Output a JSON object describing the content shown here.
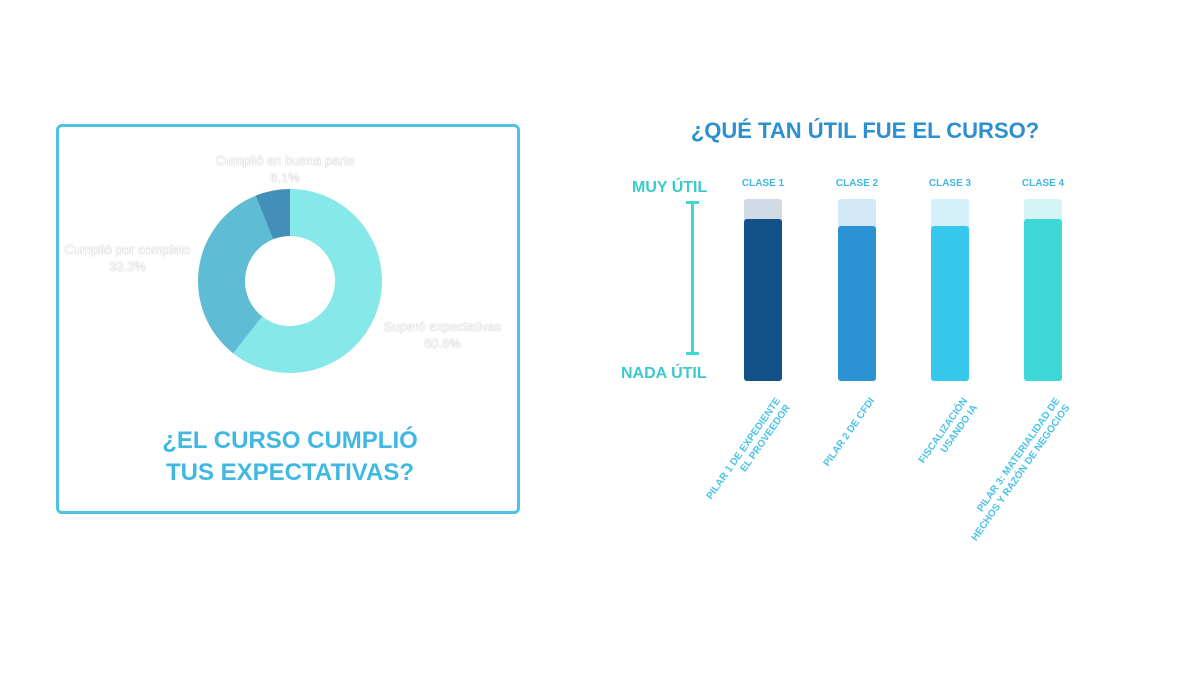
{
  "chart_data": [
    {
      "type": "pie",
      "title": "¿EL CURSO CUMPLIÓ TUS EXPECTATIVAS?",
      "slices": [
        {
          "label": "Superó expectativas",
          "value": 60.6,
          "display": "60.6%",
          "color": "#86e8e8"
        },
        {
          "label": "Cumplió por completo",
          "value": 33.3,
          "display": "33.3%",
          "color": "#5ebdd4"
        },
        {
          "label": "Cumplió en buena parte",
          "value": 6.1,
          "display": "6.1%",
          "color": "#438fb7"
        }
      ]
    },
    {
      "type": "bar",
      "title": "¿QUÉ TAN ÚTIL FUE EL CURSO?",
      "ylabel_top": "MUY ÚTIL",
      "ylabel_bottom": "NADA ÚTIL",
      "ylim": [
        0,
        1
      ],
      "series_labels": [
        "CLASE 1",
        "CLASE 2",
        "CLASE 3",
        "CLASE 4"
      ],
      "categories": [
        [
          "PILAR 1 DE EXPEDIENTE",
          "EL PROVEEDOR"
        ],
        [
          "PILAR 2 DE CFDI"
        ],
        [
          "FISCALIZACIÓN",
          "USANDO IA"
        ],
        [
          "PILAR 3: MATERIALIDAD DE",
          "HECHOS Y RAZÓN DE NEGOCIOS"
        ]
      ],
      "values": [
        0.89,
        0.85,
        0.85,
        0.89
      ],
      "colors": [
        "#135289",
        "#2b92d4",
        "#36c7ed",
        "#3ed8d8"
      ],
      "bg_colors": [
        "#d0dbe6",
        "#d3e8f6",
        "#d4f1fa",
        "#d3f5f4"
      ]
    }
  ]
}
